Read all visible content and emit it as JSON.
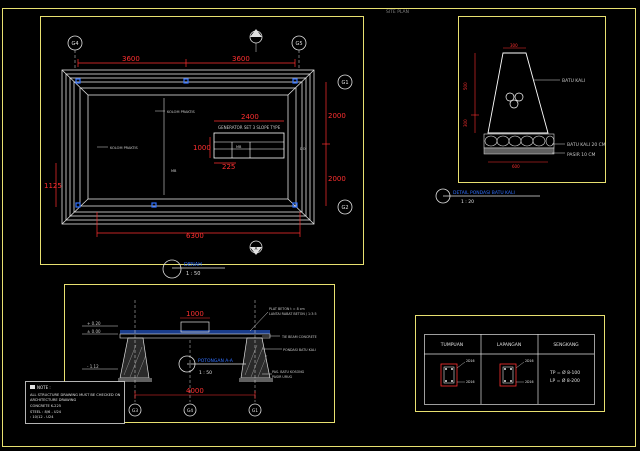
{
  "sheet": {
    "header_label": "SITE PLAN"
  },
  "colors": {
    "background": "#000000",
    "frame": "#e8e070",
    "lines": "#d8d8d8",
    "dimensions": "#ff3030",
    "walls": "#ffffff",
    "accent": "#3070ff",
    "label": "#c8c8c8",
    "muted": "#909090"
  },
  "plan": {
    "grid_top_left": "G4",
    "grid_top_right": "G5",
    "grid_right_top": "G1",
    "grid_right_bottom": "G2",
    "section_marker_top": "A",
    "section_marker_bottom": "A",
    "dim_top_left": "3600",
    "dim_top_right": "3600",
    "dim_right_upper": "2000",
    "dim_right_lower": "2000",
    "dim_bottom": "6300",
    "dim_left": "1125",
    "dim_inner_width": "2400",
    "dim_inner_height": "1000",
    "dim_inner_small": "225",
    "label_kolom_praktis_1": "KOLOM PRAKTIS",
    "label_kolom_praktis_2": "KOLOM PRAKTIS",
    "label_generator": "GENERATOR SET 3 SLOPE TYPE",
    "label_center": "MB",
    "label_side": "MB",
    "label_right": "DO",
    "title": "DENAH",
    "scale": "1 : 50"
  },
  "pondasi": {
    "top_width": "300",
    "height_upper": "500",
    "height_lower": "300",
    "bottom_width": "600",
    "label_batu_kali": "BATU KALI",
    "label_batu_kali_20": "BATU KALI 20 CM",
    "label_pasir": "PASIR 10 CM",
    "title": "DETAIL PONDASI BATU KALI",
    "scale": "1 : 20"
  },
  "section": {
    "dim_inner": "1000",
    "dim_overall": "4000",
    "level_1": "+ 0.20",
    "level_2": "± 0.00",
    "level_3": "- 1.12",
    "grid_left": "G3",
    "grid_mid": "G4",
    "grid_right": "G1",
    "note_plat": "PLAT BETON t = 8 cm",
    "note_lantai": "LANTAI RABAT BETON / 1:3:5",
    "note_sloof": "TIE BEAM CONCRETE",
    "note_pondasi": "PONDASI BATU KALI",
    "note_pas": "PAS. BATU KOSONG",
    "note_pasir": "PASIR URUG",
    "title": "POTONGAN A-A",
    "scale": "1 : 50"
  },
  "notes": {
    "heading": "NOTE :",
    "line_1": "ALL STRUCTURE DRAWING MUST BE CHECKED ON",
    "line_2": "ARCHITECTURE DRAWING",
    "line_3": "CONCRETE K-225",
    "line_4": "STEEL     : 8/6 - U24",
    "line_5": "             : 10/12 - U24"
  },
  "rebar_table": {
    "header_1": "TUMPUAN",
    "header_2": "LAPANGAN",
    "header_3": "SENGKANG",
    "tumpuan_top": "2D16",
    "tumpuan_bottom": "2D16",
    "lapangan_top": "2D16",
    "lapangan_bottom": "2D16",
    "sengkang_tp": "TP = Ø 8-100",
    "sengkang_lp": "LP = Ø 8-200"
  }
}
